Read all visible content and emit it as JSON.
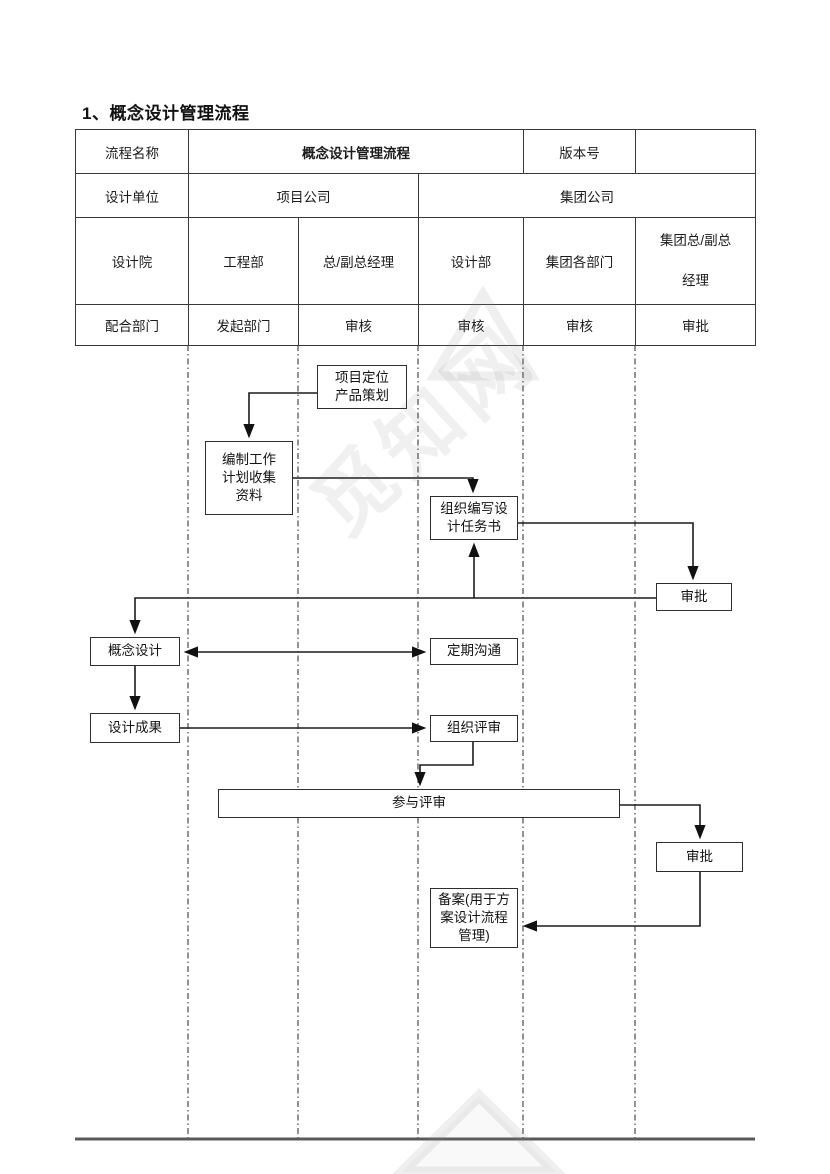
{
  "page": {
    "title": "1、概念设计管理流程"
  },
  "table": {
    "r1": {
      "c1": "流程名称",
      "c2": "概念设计管理流程",
      "c3": "版本号",
      "c4": ""
    },
    "r2": {
      "c1": "设计单位",
      "c2": "项目公司",
      "c3": "集团公司"
    },
    "r3": {
      "c1": "设计院",
      "c2": "工程部",
      "c3": "总/副总经理",
      "c4": "设计部",
      "c5": "集团各部门",
      "c6": "集团总/副总\n经理"
    },
    "r4": {
      "c1": "配合部门",
      "c2": "发起部门",
      "c3": "审核",
      "c4": "审核",
      "c5": "审核",
      "c6": "审批"
    }
  },
  "flow": {
    "b1": "项目定位\n产品策划",
    "b2": "编制工作\n计划收集\n资料",
    "b3": "组织编写设\n计任务书",
    "b4": "审批",
    "b5": "概念设计",
    "b6": "定期沟通",
    "b7": "设计成果",
    "b8": "组织评审",
    "b9": "参与评审",
    "b10": "审批",
    "b11": "备案(用于方\n案设计流程\n管理)"
  },
  "watermark": {
    "text": "觅知网"
  },
  "colors": {
    "connector": "#1c1c1c",
    "lane": "#4a4a4a",
    "box_border": "#2e2e2e",
    "bottom_rule": "#5a5a5a"
  }
}
